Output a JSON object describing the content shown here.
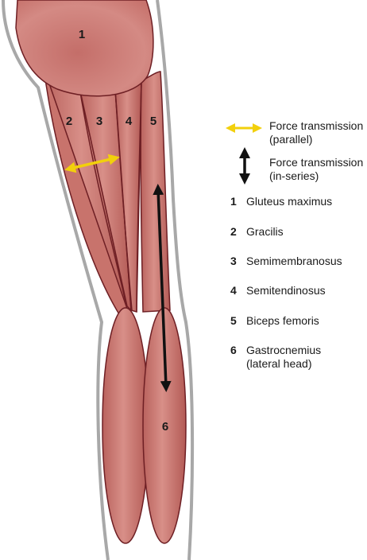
{
  "diagram": {
    "colors": {
      "muscle_fill": "#c8736c",
      "muscle_light": "#dc9a92",
      "muscle_stroke": "#6e1f24",
      "outline": "#a8a8a8",
      "parallel_arrow": "#f2d00c",
      "series_arrow": "#111111"
    },
    "muscle_numbers": {
      "m1": "1",
      "m2": "2",
      "m3": "3",
      "m4": "4",
      "m5": "5",
      "m6": "6"
    }
  },
  "legend": {
    "arrows": [
      {
        "icon": "yellow-double-arrow-icon",
        "label": "Force transmission\n(parallel)"
      },
      {
        "icon": "black-double-arrow-icon",
        "label": "Force transmission\n(in-series)"
      }
    ],
    "muscles": [
      {
        "num": "1",
        "name": "Gluteus maximus"
      },
      {
        "num": "2",
        "name": "Gracilis"
      },
      {
        "num": "3",
        "name": "Semimembranosus"
      },
      {
        "num": "4",
        "name": "Semitendinosus"
      },
      {
        "num": "5",
        "name": "Biceps femoris"
      },
      {
        "num": "6",
        "name": "Gastrocnemius\n(lateral head)"
      }
    ]
  }
}
